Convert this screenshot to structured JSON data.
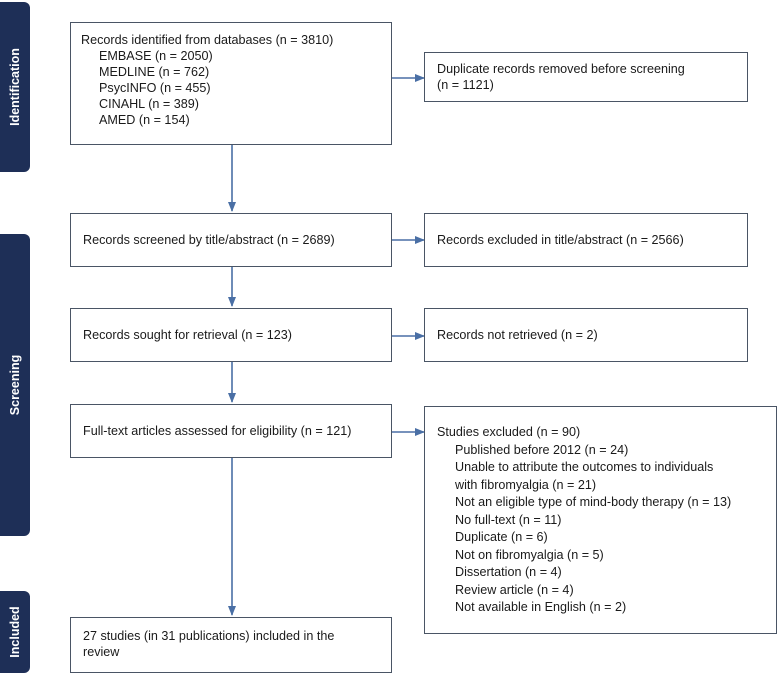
{
  "phases": {
    "identification": "Identification",
    "screening": "Screening",
    "included": "Included"
  },
  "boxes": {
    "identified": {
      "title": "Records identified from databases (n = 3810)",
      "items": [
        "EMBASE (n = 2050)",
        "MEDLINE (n = 762)",
        "PsycINFO (n = 455)",
        "CINAHL (n = 389)",
        "AMED (n = 154)"
      ]
    },
    "duplicates": {
      "line1": "Duplicate records removed before screening",
      "line2": "(n = 1121)"
    },
    "screened": "Records screened by title/abstract (n = 2689)",
    "excluded_title": "Records excluded in title/abstract (n = 2566)",
    "sought": "Records sought for retrieval (n = 123)",
    "not_retrieved": "Records not retrieved (n = 2)",
    "fulltext": "Full-text articles assessed for eligibility (n = 121)",
    "studies_excluded": {
      "title": "Studies excluded (n = 90)",
      "items": [
        "Published before 2012 (n = 24)",
        "Unable to attribute the outcomes to individuals",
        "with fibromyalgia (n = 21)",
        "Not an eligible type of mind-body therapy (n = 13)",
        "No full-text (n = 11)",
        "Duplicate (n = 6)",
        "Not on fibromyalgia (n = 5)",
        "Dissertation (n = 4)",
        "Review article (n = 4)",
        "Not available in English (n = 2)"
      ]
    },
    "included": {
      "line1": "27 studies (in 31 publications) included in the",
      "line2": "review"
    }
  },
  "colors": {
    "phase_bg": "#1e2f57",
    "arrow": "#4a6fa5",
    "border": "#4a5565"
  }
}
